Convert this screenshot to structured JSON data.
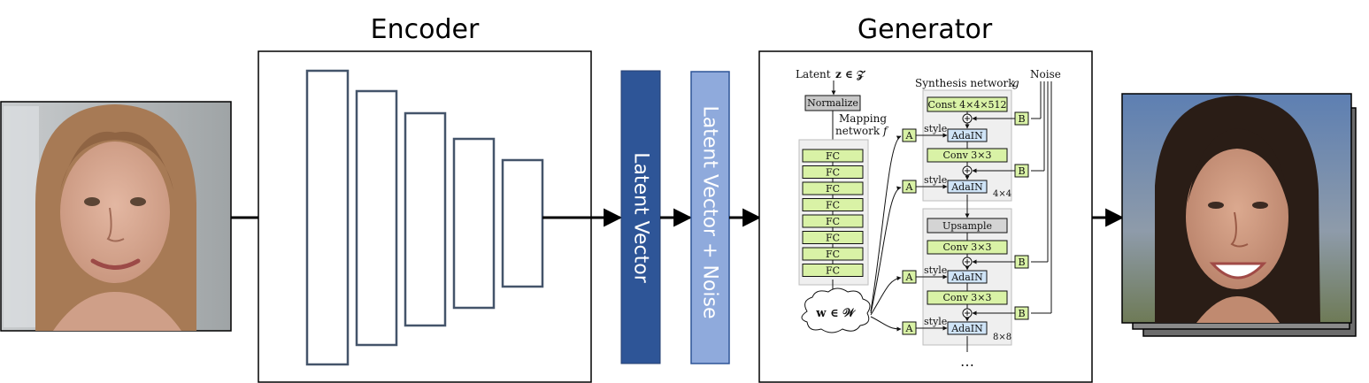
{
  "titles": {
    "encoder": "Encoder",
    "generator": "Generator"
  },
  "bars": {
    "latent": "Latent Vector",
    "latent_noise": "Latent Vector + Noise"
  },
  "colors": {
    "latent_bar": "#2e5597",
    "latent_noise_bar": "#8faadc",
    "encoder_layer": "#44546a",
    "fc_fill": "#d9f2a6",
    "adain_fill": "#cfe4f7",
    "gray_panel": "#efefef"
  },
  "mapping": {
    "latent_label": "Latent",
    "latent_math": "z ∈ 𝒵",
    "normalize": "Normalize",
    "network_label_1": "Mapping",
    "network_label_2": "network",
    "network_symbol": "f",
    "fc_layers": [
      "FC",
      "FC",
      "FC",
      "FC",
      "FC",
      "FC",
      "FC",
      "FC"
    ],
    "w_math": "w ∈ 𝒲"
  },
  "synthesis": {
    "label": "Synthesis network",
    "symbol": "g",
    "noise": "Noise",
    "const": "Const 4×4×512",
    "style": "style",
    "adain": "AdaIN",
    "conv": "Conv 3×3",
    "upsample": "Upsample",
    "a": "A",
    "b": "B",
    "res_4": "4×4",
    "res_8": "8×8",
    "ellipsis": "⋯"
  },
  "icons": {
    "input_face": "face-photo-icon",
    "output_face": "face-photo-icon"
  }
}
